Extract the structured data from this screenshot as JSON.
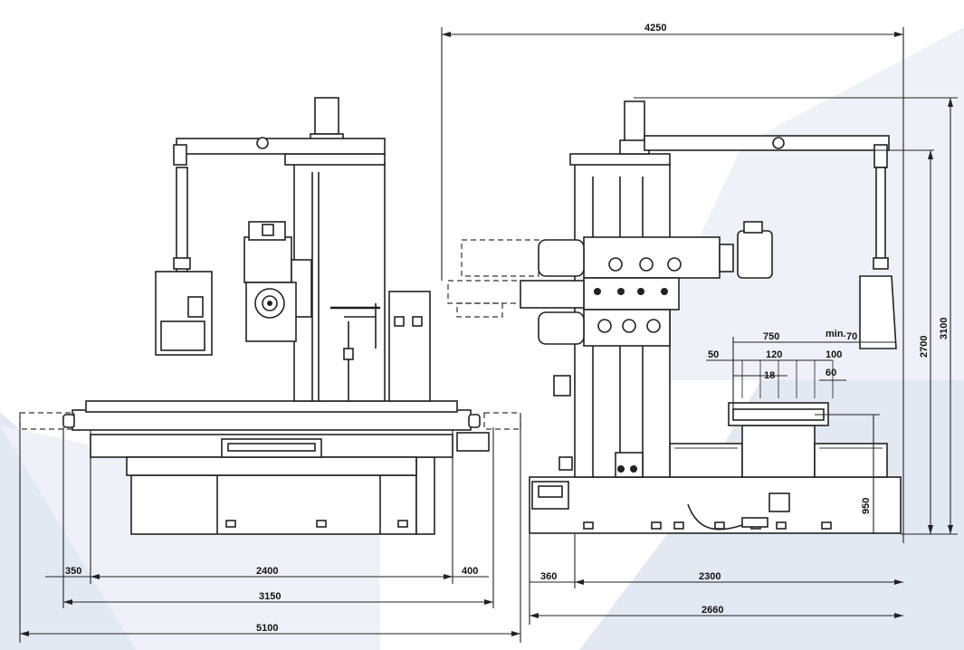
{
  "dimensions": {
    "top_overall": "4250",
    "front_350": "350",
    "front_2400": "2400",
    "front_400": "400",
    "front_3150": "3150",
    "front_5100": "5100",
    "side_360": "360",
    "side_2300": "2300",
    "side_2660": "2660",
    "height_2700": "2700",
    "height_3100": "3100",
    "height_950": "950",
    "table_750": "750",
    "min_label": "min.",
    "min_70": "70",
    "slot_50": "50",
    "slot_120": "120",
    "slot_100": "100",
    "slot_18": "18",
    "slot_60": "60"
  }
}
